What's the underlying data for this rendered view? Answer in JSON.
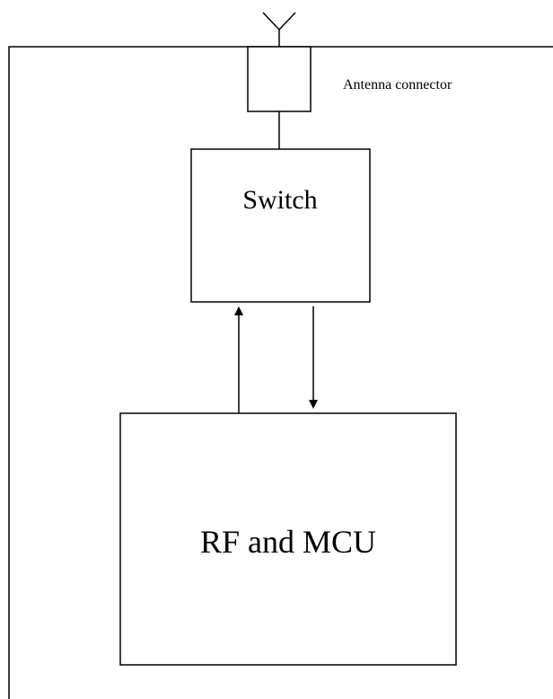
{
  "blocks": {
    "antenna_connector_label": "Antenna connector",
    "switch_label": "Switch",
    "rf_mcu_label": "RF and MCU"
  }
}
